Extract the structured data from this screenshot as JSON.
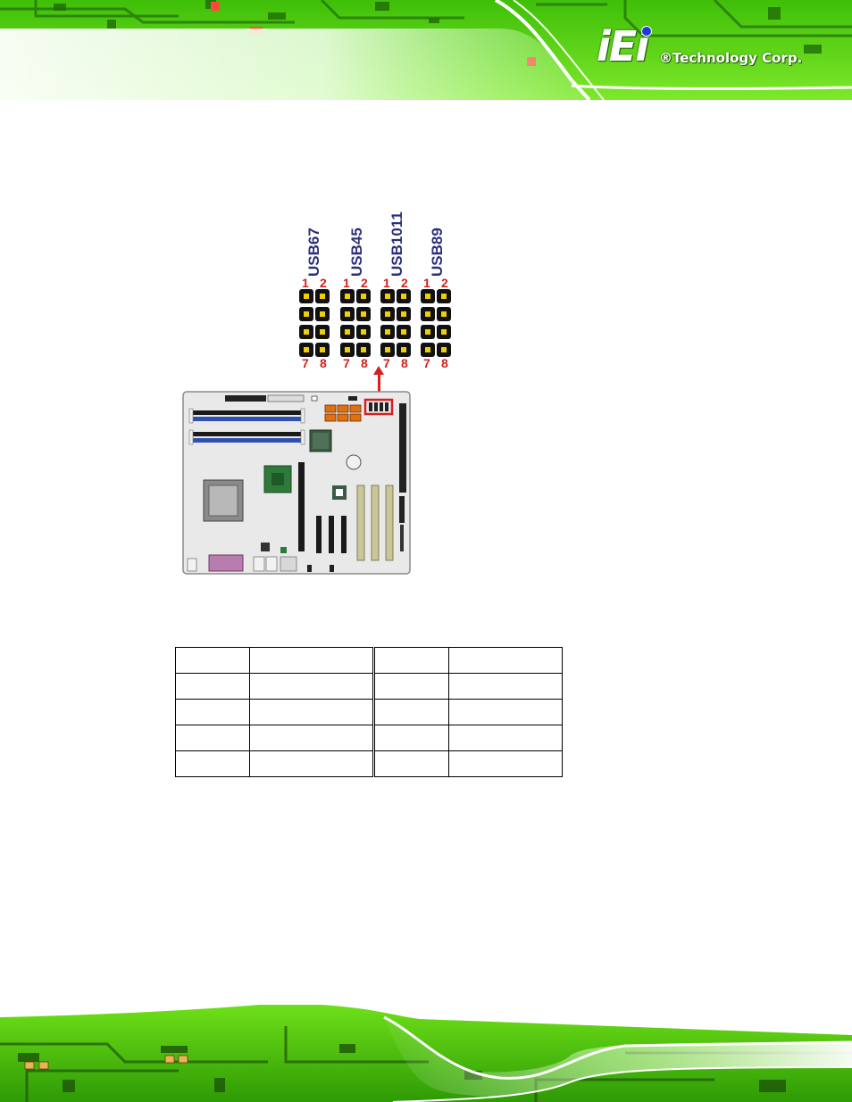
{
  "brand": {
    "logo_mark": "iEi",
    "company": "®Technology Corp."
  },
  "figure": {
    "headers": [
      {
        "label": "USB67",
        "pins_top": [
          "1",
          "2"
        ],
        "pins_bottom": [
          "7",
          "8"
        ]
      },
      {
        "label": "USB45",
        "pins_top": [
          "1",
          "2"
        ],
        "pins_bottom": [
          "7",
          "8"
        ]
      },
      {
        "label": "USB1011",
        "pins_top": [
          "1",
          "2"
        ],
        "pins_bottom": [
          "7",
          "8"
        ]
      },
      {
        "label": "USB89",
        "pins_top": [
          "1",
          "2"
        ],
        "pins_bottom": [
          "7",
          "8"
        ]
      }
    ],
    "colors": {
      "header_label": "#2b2f7a",
      "pin_number": "#d42020",
      "highlight": "#d42020",
      "board": "#e8e8e8"
    }
  },
  "table": {
    "rows": [
      [
        "",
        "",
        "",
        ""
      ],
      [
        "",
        "",
        "",
        ""
      ],
      [
        "",
        "",
        "",
        ""
      ],
      [
        "",
        "",
        "",
        ""
      ],
      [
        "",
        "",
        "",
        ""
      ]
    ]
  },
  "theme": {
    "banner_green": "#5fd80a",
    "banner_dark": "#1f6b08"
  }
}
